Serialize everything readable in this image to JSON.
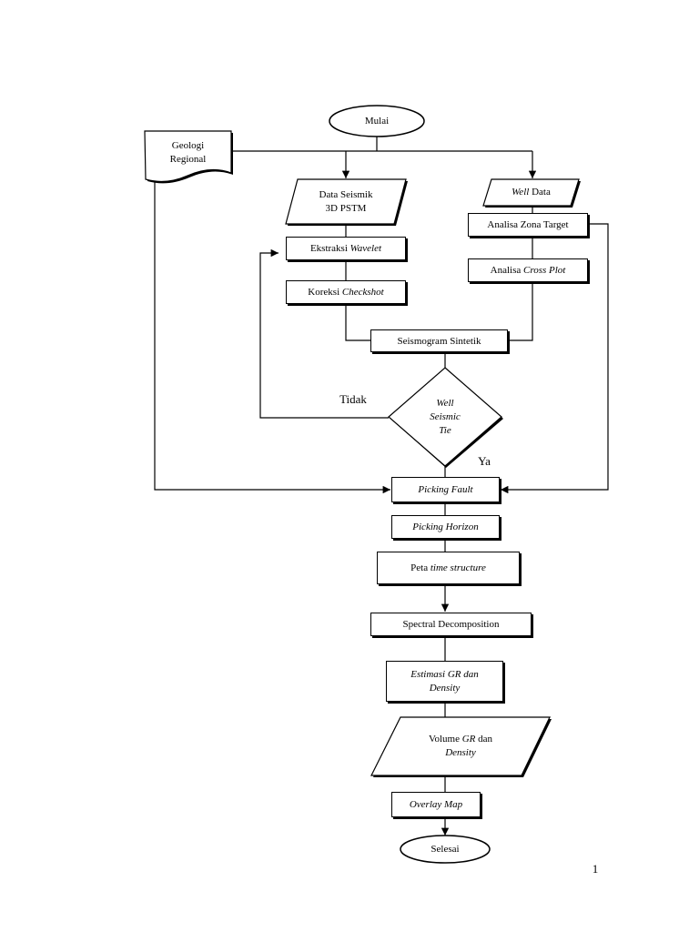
{
  "colors": {
    "stroke": "#000000",
    "background": "#ffffff"
  },
  "nodes": {
    "start": {
      "label": "Mulai"
    },
    "geology": {
      "line1": "Geologi",
      "line2": "Regional"
    },
    "seismic_data": {
      "line1": "Data Seismik",
      "line2": "3D PSTM"
    },
    "well_data": {
      "italic": "Well",
      "text": "Data"
    },
    "target_zone": {
      "label": "Analisa Zona Target"
    },
    "wavelet": {
      "text": "Ekstraksi",
      "italic": "Wavelet"
    },
    "cross_plot": {
      "text": "Analisa",
      "italic": "Cross Plot"
    },
    "checkshot": {
      "text": "Koreksi",
      "italic": "Checkshot"
    },
    "synthetic": {
      "label": "Seismogram Sintetik"
    },
    "decision": {
      "line1": "Well",
      "line2": "Seismic",
      "line3": "Tie"
    },
    "picking_fault": {
      "label": "Picking Fault"
    },
    "picking_horizon": {
      "label": "Picking Horizon"
    },
    "time_structure": {
      "text": "Peta",
      "italic": "time structure"
    },
    "spectral": {
      "label": "Spectral Decomposition"
    },
    "estimation": {
      "line1": "Estimasi GR dan",
      "line2": "Density"
    },
    "volume": {
      "text1": "Volume",
      "italic1": "GR",
      "text2": "dan",
      "italic2": "Density"
    },
    "overlay": {
      "label": "Overlay Map"
    },
    "end": {
      "label": "Selesai"
    }
  },
  "edges": {
    "no_label": "Tidak",
    "yes_label": "Ya"
  },
  "page_number": "1"
}
